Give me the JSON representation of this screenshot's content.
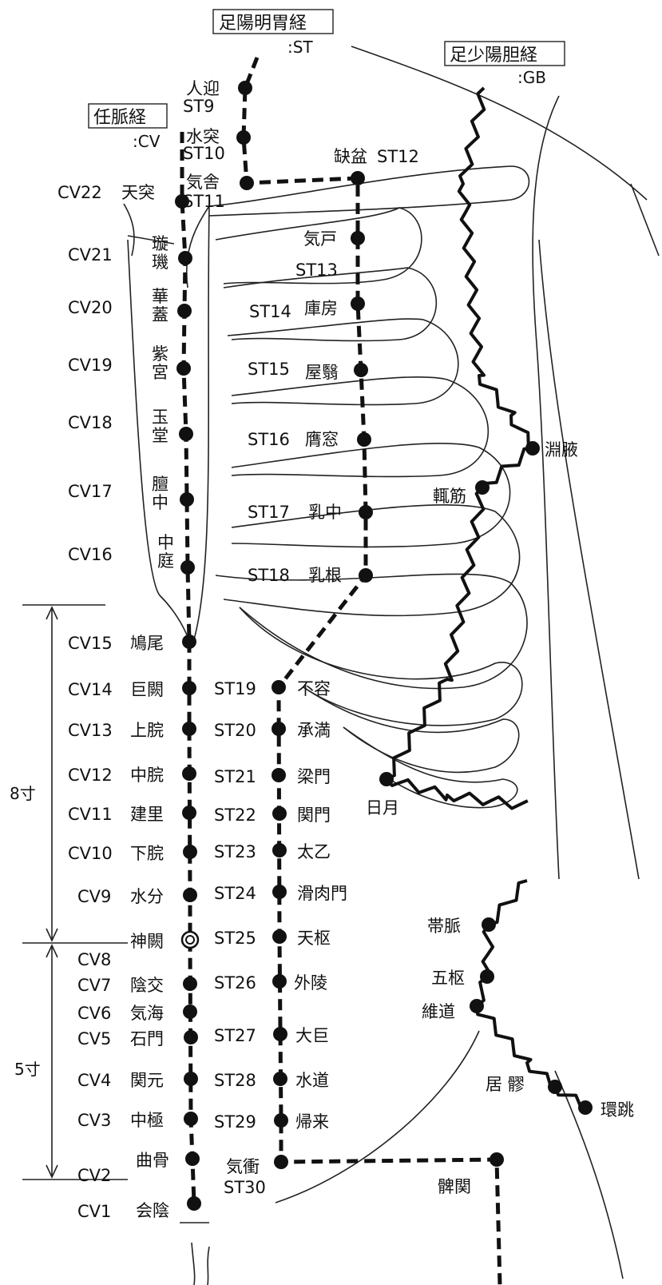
{
  "meridians": {
    "st": {
      "name": "足陽明胃経",
      "code": ":ST"
    },
    "gb": {
      "name": "足少陽胆経",
      "code": ":GB"
    },
    "cv": {
      "name": "任脈経",
      "code": ":CV"
    }
  },
  "scale": {
    "upper": "8寸",
    "lower": "5寸"
  },
  "cv_points": [
    {
      "code": "CV22",
      "name": "天突"
    },
    {
      "code": "CV21",
      "name": "璇璣"
    },
    {
      "code": "CV20",
      "name": "華蓋"
    },
    {
      "code": "CV19",
      "name": "紫宮"
    },
    {
      "code": "CV18",
      "name": "玉堂"
    },
    {
      "code": "CV17",
      "name": "膻中"
    },
    {
      "code": "CV16",
      "name": "中庭"
    },
    {
      "code": "CV15",
      "name": "鳩尾"
    },
    {
      "code": "CV14",
      "name": "巨闕"
    },
    {
      "code": "CV13",
      "name": "上脘"
    },
    {
      "code": "CV12",
      "name": "中脘"
    },
    {
      "code": "CV11",
      "name": "建里"
    },
    {
      "code": "CV10",
      "name": "下脘"
    },
    {
      "code": "CV9",
      "name": "水分"
    },
    {
      "code": "CV8",
      "name": "神闕"
    },
    {
      "code": "CV7",
      "name": "陰交"
    },
    {
      "code": "CV6",
      "name": "気海"
    },
    {
      "code": "CV5",
      "name": "石門"
    },
    {
      "code": "CV4",
      "name": "関元"
    },
    {
      "code": "CV3",
      "name": "中極"
    },
    {
      "code": "CV2",
      "name": "曲骨"
    },
    {
      "code": "CV1",
      "name": "会陰"
    }
  ],
  "st_points": [
    {
      "code": "ST9",
      "name": "人迎"
    },
    {
      "code": "ST10",
      "name": "水突"
    },
    {
      "code": "ST11",
      "name": "気舎"
    },
    {
      "code": "ST12",
      "name": "缺盆"
    },
    {
      "code": "ST13",
      "name": "気戸"
    },
    {
      "code": "ST14",
      "name": "庫房"
    },
    {
      "code": "ST15",
      "name": "屋翳"
    },
    {
      "code": "ST16",
      "name": "膺窓"
    },
    {
      "code": "ST17",
      "name": "乳中"
    },
    {
      "code": "ST18",
      "name": "乳根"
    },
    {
      "code": "ST19",
      "name": "不容"
    },
    {
      "code": "ST20",
      "name": "承満"
    },
    {
      "code": "ST21",
      "name": "梁門"
    },
    {
      "code": "ST22",
      "name": "関門"
    },
    {
      "code": "ST23",
      "name": "太乙"
    },
    {
      "code": "ST24",
      "name": "滑肉門"
    },
    {
      "code": "ST25",
      "name": "天枢"
    },
    {
      "code": "ST26",
      "name": "外陵"
    },
    {
      "code": "ST27",
      "name": "大巨"
    },
    {
      "code": "ST28",
      "name": "水道"
    },
    {
      "code": "ST29",
      "name": "帰来"
    },
    {
      "code": "ST30",
      "name": "気衝"
    },
    {
      "code": "",
      "name": "髀関"
    }
  ],
  "gb_points": [
    {
      "name": "淵腋"
    },
    {
      "name": "輒筋"
    },
    {
      "name": "日月"
    },
    {
      "name": "帯脈"
    },
    {
      "name": "五枢"
    },
    {
      "name": "維道"
    },
    {
      "name": "居 髎"
    },
    {
      "name": "環跳"
    }
  ]
}
